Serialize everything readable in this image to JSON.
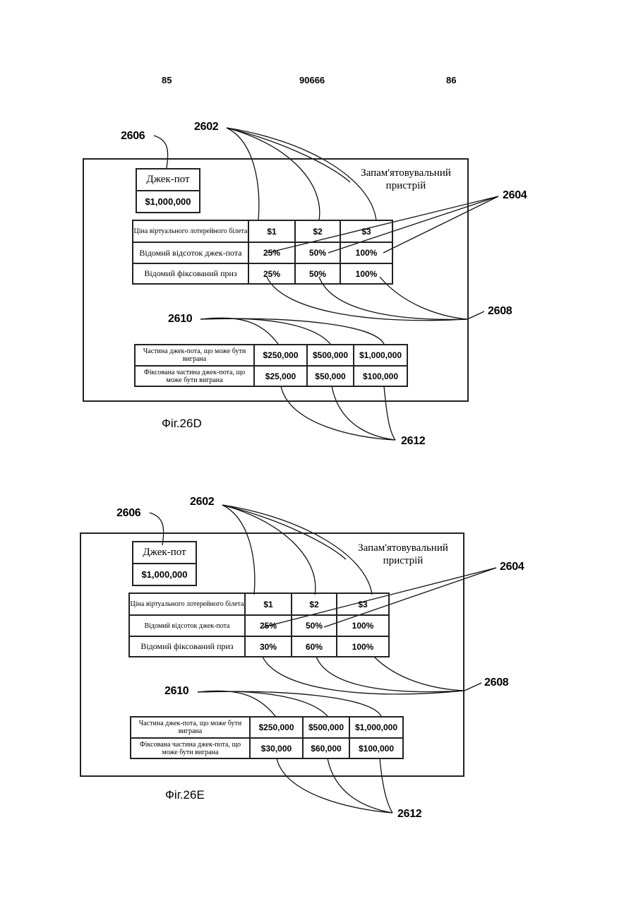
{
  "header": {
    "left": "85",
    "center": "90666",
    "right": "86"
  },
  "figures": [
    {
      "caption": "Фіг.26D",
      "memory_label": "Запам'ятовувальний пристрій",
      "jackpot": {
        "title": "Джек-пот",
        "amount": "$1,000,000"
      },
      "refs": {
        "r2606": "2606",
        "r2602": "2602",
        "r2604": "2604",
        "r2608": "2608",
        "r2610": "2610",
        "r2612": "2612"
      },
      "table1": {
        "rows": [
          {
            "label": "Ціна віртуального лотерейного білета",
            "values": [
              "$1",
              "$2",
              "$3"
            ]
          },
          {
            "label": "Відомий відсоток джек-пота",
            "values": [
              "25%",
              "50%",
              "100%"
            ]
          },
          {
            "label": "Відомий фіксований приз",
            "values": [
              "25%",
              "50%",
              "100%"
            ]
          }
        ]
      },
      "table2": {
        "rows": [
          {
            "label": "Частина джек-пота, що може бути виграна",
            "values": [
              "$250,000",
              "$500,000",
              "$1,000,000"
            ]
          },
          {
            "label": "Фіксована частина джек-пота, що може бути виграна",
            "values": [
              "$25,000",
              "$50,000",
              "$100,000"
            ]
          }
        ]
      }
    },
    {
      "caption": "Фіг.26E",
      "memory_label": "Запам'ятовувальний пристрій",
      "jackpot": {
        "title": "Джек-пот",
        "amount": "$1,000,000"
      },
      "refs": {
        "r2606": "2606",
        "r2602": "2602",
        "r2604": "2604",
        "r2608": "2608",
        "r2610": "2610",
        "r2612": "2612"
      },
      "table1": {
        "rows": [
          {
            "label": "Ціна віртуального лотерейного білета",
            "values": [
              "$1",
              "$2",
              "$3"
            ]
          },
          {
            "label": "Відомий відсоток джек-пота",
            "values": [
              "25%",
              "50%",
              "100%"
            ]
          },
          {
            "label": "Відомий фіксований приз",
            "values": [
              "30%",
              "60%",
              "100%"
            ]
          }
        ]
      },
      "table2": {
        "rows": [
          {
            "label": "Частина джек-пота, що може бути виграна",
            "values": [
              "$250,000",
              "$500,000",
              "$1,000,000"
            ]
          },
          {
            "label": "Фіксована частина джек-пота, що може бути виграна",
            "values": [
              "$30,000",
              "$60,000",
              "$100,000"
            ]
          }
        ]
      }
    }
  ]
}
